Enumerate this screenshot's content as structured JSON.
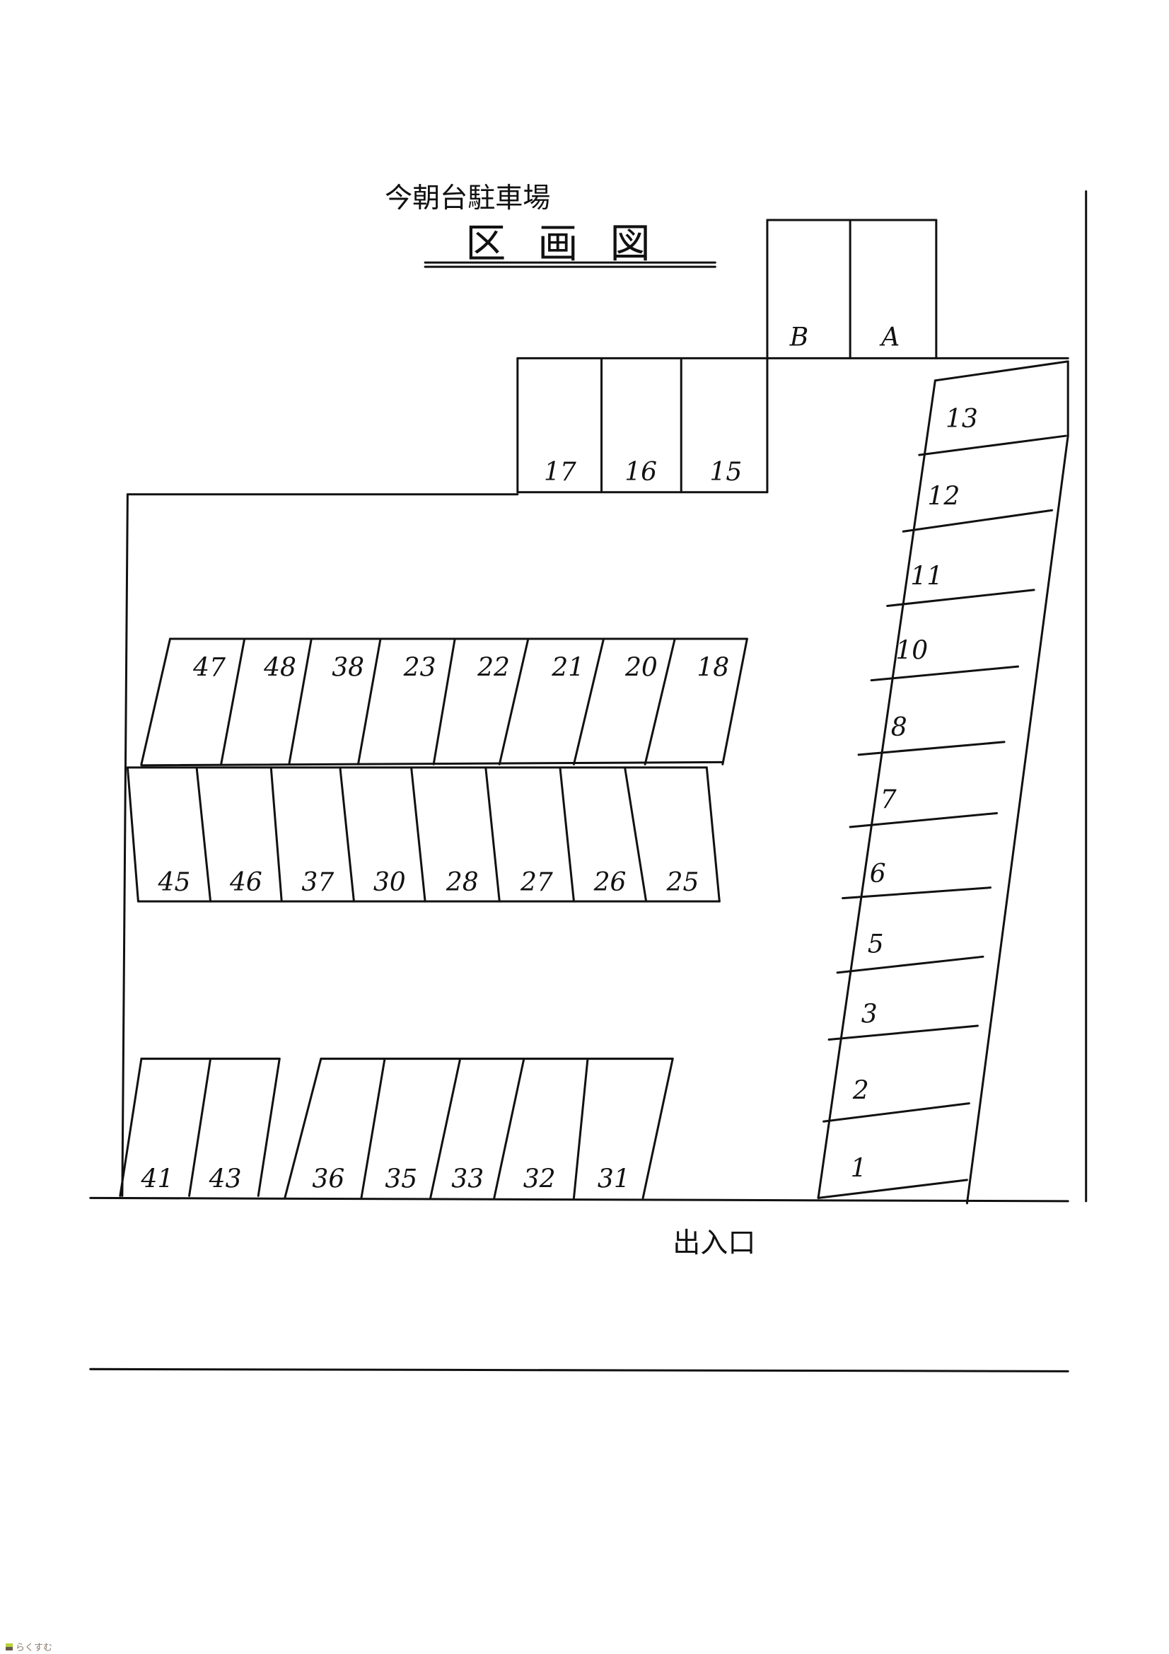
{
  "title": {
    "subtitle": "今朝台駐車場",
    "main": "区画図"
  },
  "entrance_label": "出入口",
  "watermark": "らくすむ",
  "spaces": {
    "top_small": [
      "B",
      "A"
    ],
    "top_row": [
      "17",
      "16",
      "15"
    ],
    "right_column": [
      "13",
      "12",
      "11",
      "10",
      "8",
      "7",
      "6",
      "5",
      "3",
      "2",
      "1"
    ],
    "middle_upper_row": [
      "47",
      "48",
      "38",
      "23",
      "22",
      "21",
      "20",
      "18"
    ],
    "middle_lower_row": [
      "45",
      "46",
      "37",
      "30",
      "28",
      "27",
      "26",
      "25"
    ],
    "bottom_left_row": [
      "41",
      "43"
    ],
    "bottom_right_row": [
      "36",
      "35",
      "33",
      "32",
      "31"
    ]
  }
}
